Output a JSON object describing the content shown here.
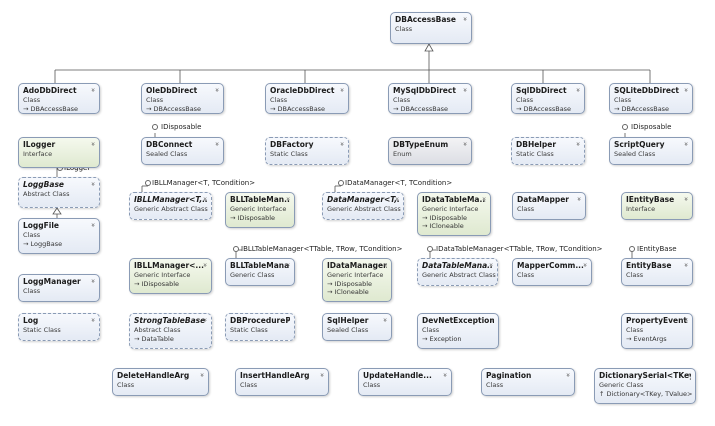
{
  "nodes": [
    {
      "id": "dbaccessbase",
      "name": "DBAccessBase",
      "type": "Class",
      "base": "",
      "kind": "class"
    },
    {
      "id": "adodbdirect",
      "name": "AdoDbDirect",
      "type": "Class",
      "base": "→ DBAccessBase",
      "kind": "class"
    },
    {
      "id": "oledbdirect",
      "name": "OleDbDirect",
      "type": "Class",
      "base": "→ DBAccessBase",
      "kind": "class"
    },
    {
      "id": "oracledbdirect",
      "name": "OracleDbDirect",
      "type": "Class",
      "base": "→ DBAccessBase",
      "kind": "class"
    },
    {
      "id": "mysqldbdirect",
      "name": "MySqlDbDirect",
      "type": "Class",
      "base": "→ DBAccessBase",
      "kind": "class"
    },
    {
      "id": "sqldbdirect",
      "name": "SqlDbDirect",
      "type": "Class",
      "base": "→ DBAccessBase",
      "kind": "class"
    },
    {
      "id": "sqlitedbdirect",
      "name": "SQLiteDbDirect",
      "type": "Class",
      "base": "→ DBAccessBase",
      "kind": "class"
    },
    {
      "id": "ilogger",
      "name": "ILogger",
      "type": "Interface",
      "base": "",
      "kind": "interface"
    },
    {
      "id": "dbconnect",
      "name": "DBConnect",
      "type": "Sealed Class",
      "base": "",
      "kind": "class"
    },
    {
      "id": "dbfactory",
      "name": "DBFactory",
      "type": "Static Class",
      "base": "",
      "kind": "static"
    },
    {
      "id": "dbtypeenum",
      "name": "DBTypeEnum",
      "type": "Enum",
      "base": "",
      "kind": "enum"
    },
    {
      "id": "dbhelper",
      "name": "DBHelper",
      "type": "Static Class",
      "base": "",
      "kind": "static"
    },
    {
      "id": "scriptquery",
      "name": "ScriptQuery",
      "type": "Sealed Class",
      "base": "",
      "kind": "class"
    },
    {
      "id": "loggbase",
      "name": "LoggBase",
      "type": "Abstract Class",
      "base": "",
      "kind": "abstract"
    },
    {
      "id": "ibllmanager",
      "name": "IBLLManager<T,...",
      "type": "Generic Abstract Class",
      "base": "",
      "kind": "abstract"
    },
    {
      "id": "blltablemana1",
      "name": "BLLTableMan...",
      "type": "Generic Interface",
      "base": "→ IDisposable",
      "kind": "interface"
    },
    {
      "id": "datamanager",
      "name": "DataManager<T,...",
      "type": "Generic Abstract Class",
      "base": "",
      "kind": "abstract"
    },
    {
      "id": "idatatablema",
      "name": "IDataTableMa...",
      "type": "Generic Interface",
      "base": "→ IDisposable|→ ICloneable",
      "kind": "interface"
    },
    {
      "id": "datamapper",
      "name": "DataMapper",
      "type": "Class",
      "base": "",
      "kind": "class"
    },
    {
      "id": "ientitybase",
      "name": "IEntityBase",
      "type": "Interface",
      "base": "",
      "kind": "interface"
    },
    {
      "id": "loggfile",
      "name": "LoggFile",
      "type": "Class",
      "base": "→ LoggBase",
      "kind": "class"
    },
    {
      "id": "ibllmanager2",
      "name": "IBLLManager<...",
      "type": "Generic Interface",
      "base": "→ IDisposable",
      "kind": "interface"
    },
    {
      "id": "blltablemana2",
      "name": "BLLTableMana...",
      "type": "Generic Class",
      "base": "",
      "kind": "class"
    },
    {
      "id": "idatamanager",
      "name": "IDataManager...",
      "type": "Generic Interface",
      "base": "→ IDisposable|→ ICloneable",
      "kind": "interface"
    },
    {
      "id": "datatablemana",
      "name": "DataTableMana...",
      "type": "Generic Abstract Class",
      "base": "",
      "kind": "abstract"
    },
    {
      "id": "mappercomm",
      "name": "MapperComm...",
      "type": "Class",
      "base": "",
      "kind": "class"
    },
    {
      "id": "entitybase",
      "name": "EntityBase",
      "type": "Class",
      "base": "",
      "kind": "class"
    },
    {
      "id": "loggmanager",
      "name": "LoggManager",
      "type": "Class",
      "base": "",
      "kind": "class"
    },
    {
      "id": "log",
      "name": "Log",
      "type": "Static Class",
      "base": "",
      "kind": "static"
    },
    {
      "id": "strongtablebase",
      "name": "StrongTableBase",
      "type": "Abstract Class",
      "base": "→ DataTable",
      "kind": "abstract"
    },
    {
      "id": "dbprocedurep",
      "name": "DBProcedureP...",
      "type": "Static Class",
      "base": "",
      "kind": "static"
    },
    {
      "id": "sqlhelper",
      "name": "SqlHelper",
      "type": "Sealed Class",
      "base": "",
      "kind": "class"
    },
    {
      "id": "devnetexception",
      "name": "DevNetException",
      "type": "Class",
      "base": "→ Exception",
      "kind": "class"
    },
    {
      "id": "propertyevent",
      "name": "PropertyEvent...",
      "type": "Class",
      "base": "→ EventArgs",
      "kind": "class"
    },
    {
      "id": "deletehandlearg",
      "name": "DeleteHandleArg",
      "type": "Class",
      "base": "",
      "kind": "class"
    },
    {
      "id": "inserthandlearg",
      "name": "InsertHandleArg",
      "type": "Class",
      "base": "",
      "kind": "class"
    },
    {
      "id": "updatehandle",
      "name": "UpdateHandle...",
      "type": "Class",
      "base": "",
      "kind": "class"
    },
    {
      "id": "pagination",
      "name": "Pagination",
      "type": "Class",
      "base": "",
      "kind": "class"
    },
    {
      "id": "dictionaryserial",
      "name": "DictionarySerial<TKey,...",
      "type": "Generic Class",
      "base": "↑ Dictionary<TKey, TValue>",
      "kind": "class"
    }
  ],
  "labels": [
    {
      "id": "lbl-idisposable-1",
      "text": "IDisposable"
    },
    {
      "id": "lbl-idisposable-2",
      "text": "IDisposable"
    },
    {
      "id": "lbl-ilogger",
      "text": "ILogger"
    },
    {
      "id": "lbl-ibllmanager",
      "text": "IBLLManager<T, TCondition>"
    },
    {
      "id": "lbl-idatamanager",
      "text": "IDataManager<T, TCondition>"
    },
    {
      "id": "lbl-ibllbtablemanager",
      "text": "IBLLTableManager<TTable, TRow, TCondition>"
    },
    {
      "id": "lbl-idatatablemanager",
      "text": "IDataTableManager<TTable, TRow, TCondition>"
    },
    {
      "id": "lbl-ientitybase",
      "text": "IEntityBase"
    }
  ],
  "chevron_icon": "double-chevron-down-icon"
}
